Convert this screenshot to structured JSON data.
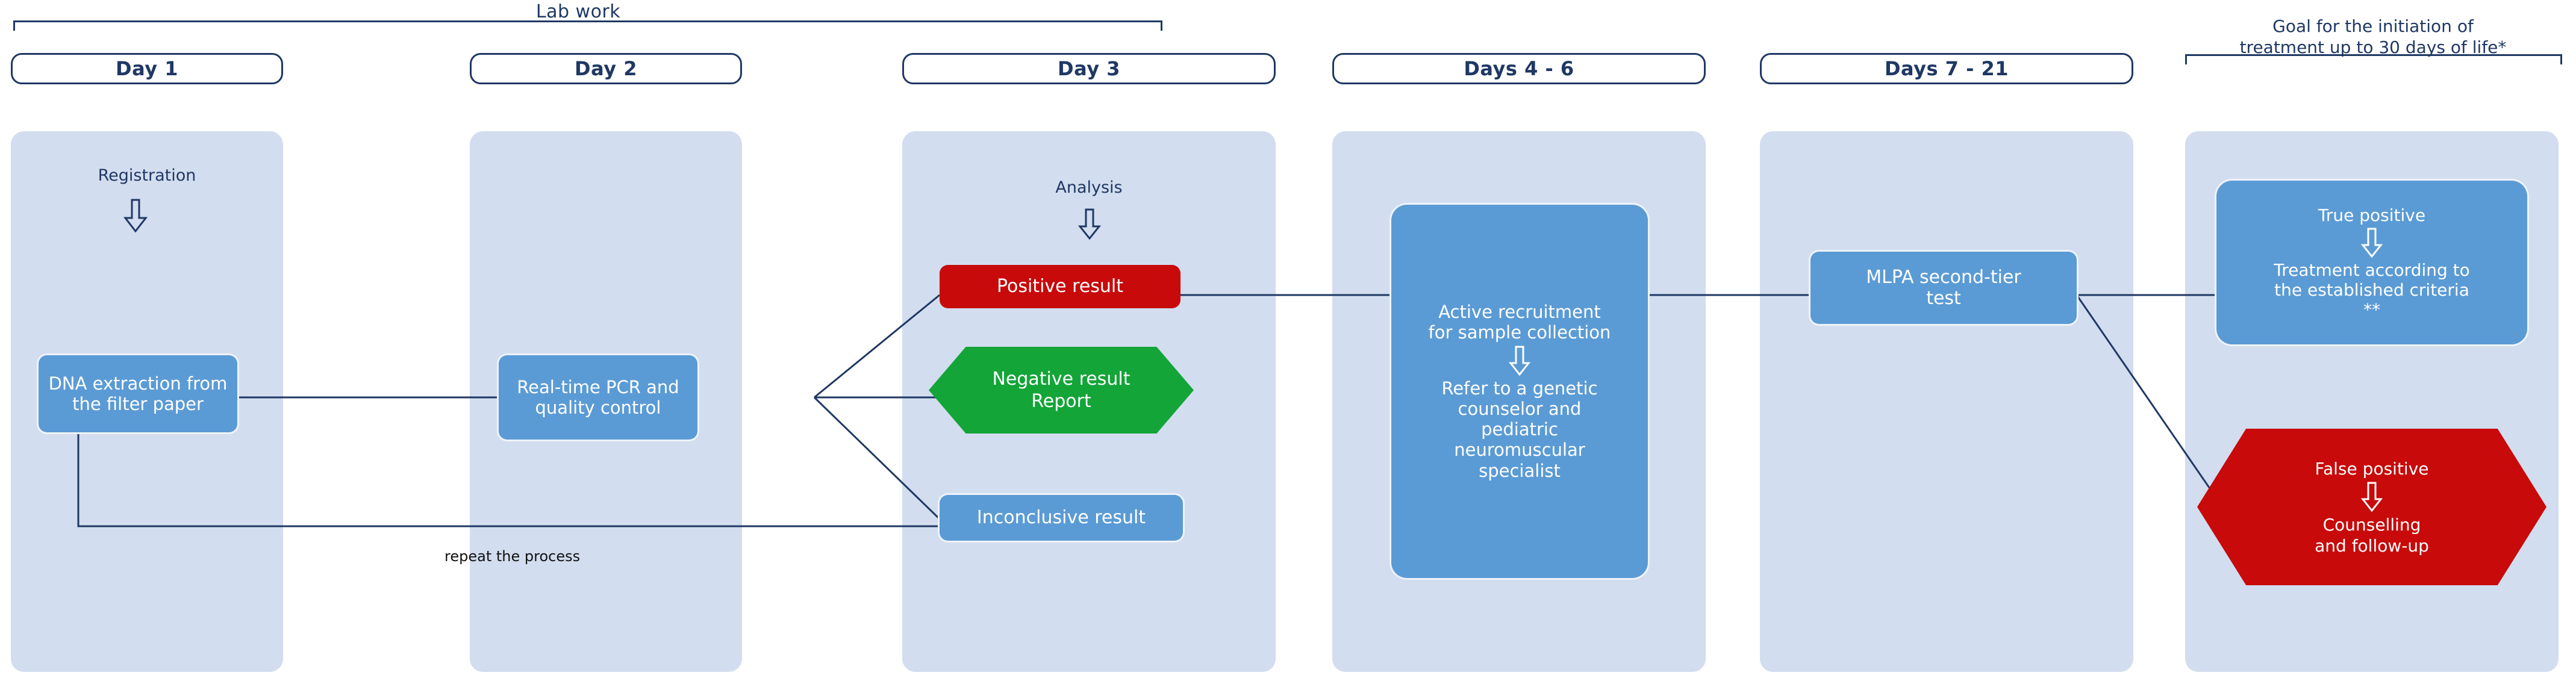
{
  "diagram": {
    "title_bracket": "Lab work",
    "goal_note_line1": "Goal for the initiation of",
    "goal_note_line2": "treatment up to 30 days of life*",
    "repeat_label": "repeat the process"
  },
  "columns": [
    {
      "id": "day1",
      "header": "Day 1"
    },
    {
      "id": "day2",
      "header": "Day 2"
    },
    {
      "id": "day3",
      "header": "Day 3"
    },
    {
      "id": "day4_6",
      "header": "Days 4 - 6"
    },
    {
      "id": "day7_21",
      "header": "Days 7 - 21"
    },
    {
      "id": "goal",
      "header": ""
    }
  ],
  "nodes": {
    "registration_caption": "Registration",
    "dna_extraction_l1": "DNA extraction from",
    "dna_extraction_l2": "the filter paper",
    "pcr_l1": "Real-time PCR and",
    "pcr_l2": "quality control",
    "analysis_caption": "Analysis",
    "positive_result": "Positive result",
    "negative_result_l1": "Negative result",
    "negative_result_l2": "Report",
    "inconclusive_result": "Inconclusive result",
    "recruitment_l1": "Active recruitment",
    "recruitment_l2": "for sample collection",
    "refer_l1": "Refer to a genetic",
    "refer_l2": "counselor and",
    "refer_l3": "pediatric",
    "refer_l4": "neuromuscular",
    "refer_l5": "specialist",
    "mlpa_l1": "MLPA second-tier",
    "mlpa_l2": "test",
    "true_positive": "True positive",
    "treatment_l1": "Treatment according to",
    "treatment_l2": "the established criteria",
    "treatment_l3": "**",
    "false_positive": "False positive",
    "counselling_l1": "Counselling",
    "counselling_l2": "and follow-up"
  },
  "icons": {
    "down_arrow": "down-arrow-icon"
  },
  "colors": {
    "navy": "#1f3864",
    "panel_bg": "#d2ddef",
    "node_blue": "#5b9bd5",
    "result_red": "#c80a0a",
    "result_green": "#13a538",
    "page_bg": "#ffffff",
    "text_white": "#ffffff"
  }
}
